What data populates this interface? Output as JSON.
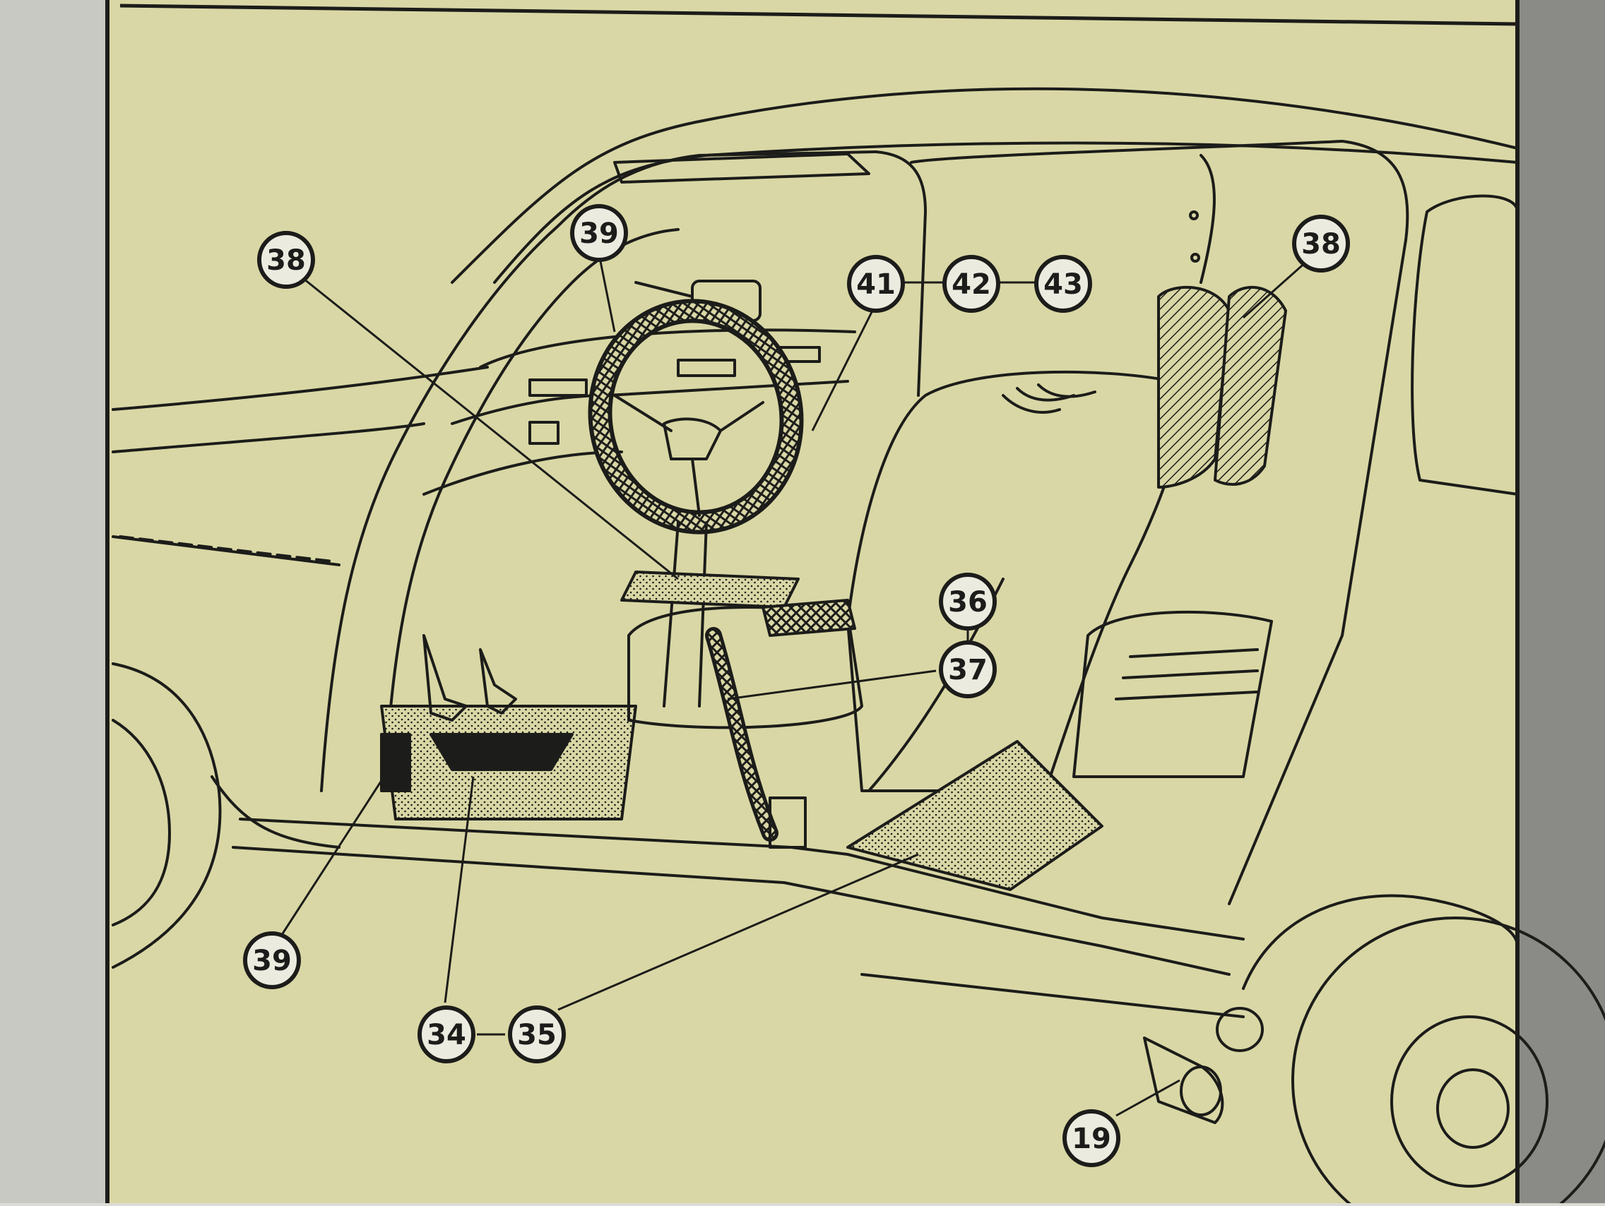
{
  "figure": {
    "colors": {
      "paper": "#d9d7a5",
      "ink": "#1c1c1a",
      "badge": "#ecebe0",
      "outer_left": "#c9c9c4",
      "outer_right": "#8a8a86"
    }
  },
  "callouts": [
    {
      "id": "c-38-left",
      "text": "38"
    },
    {
      "id": "c-39-top",
      "text": "39"
    },
    {
      "id": "c-41",
      "text": "41"
    },
    {
      "id": "c-42",
      "text": "42"
    },
    {
      "id": "c-43",
      "text": "43"
    },
    {
      "id": "c-38-right",
      "text": "38"
    },
    {
      "id": "c-36",
      "text": "36"
    },
    {
      "id": "c-37",
      "text": "37"
    },
    {
      "id": "c-39-bottom",
      "text": "39"
    },
    {
      "id": "c-34",
      "text": "34"
    },
    {
      "id": "c-35",
      "text": "35"
    },
    {
      "id": "c-19",
      "text": "19"
    }
  ]
}
